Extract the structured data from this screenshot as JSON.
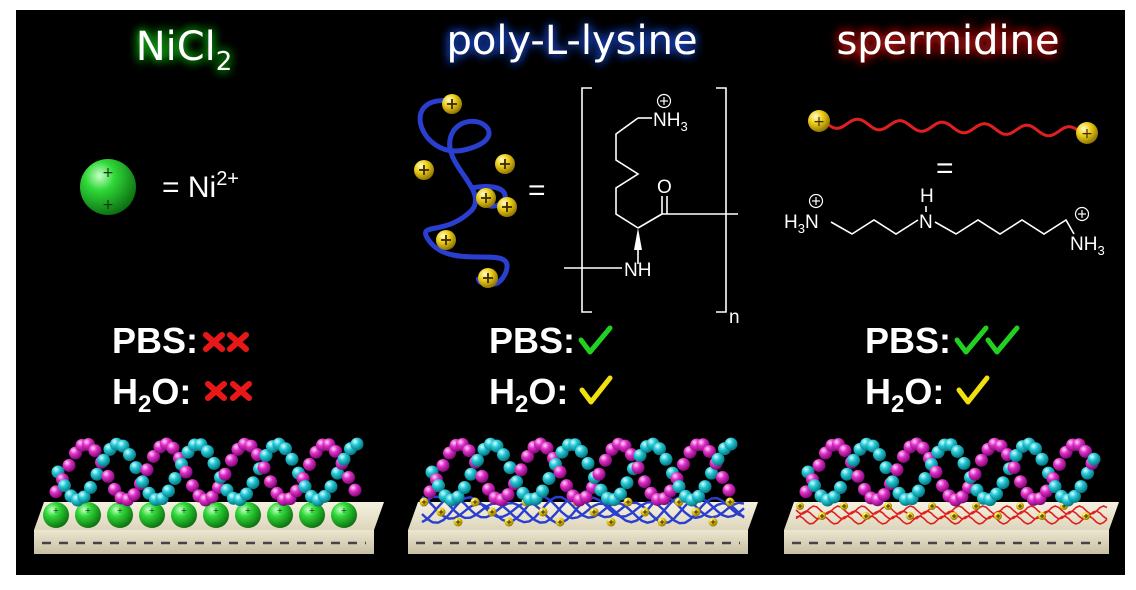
{
  "columns": [
    {
      "title": "NiCl",
      "title_sub": "2",
      "title_glow": "#16c416",
      "legend_equals": "= Ni",
      "legend_sup": "2+",
      "pbs_label": "PBS:",
      "h2o_label_pre": "H",
      "h2o_label_sub": "2",
      "h2o_label_post": "O:",
      "pbs_result": "two red crosses",
      "h2o_result": "two red crosses"
    },
    {
      "title": "poly-L-lysine",
      "title_glow": "#1f4fe0",
      "equals": "=",
      "pbs_label": "PBS:",
      "h2o_label_pre": "H",
      "h2o_label_sub": "2",
      "h2o_label_post": "O:",
      "pbs_result": "one green check",
      "h2o_result": "one yellow check"
    },
    {
      "title": "spermidine",
      "title_glow": "#d01414",
      "equals": "=",
      "pbs_label": "PBS:",
      "h2o_label_pre": "H",
      "h2o_label_sub": "2",
      "h2o_label_post": "O:",
      "pbs_result": "two green checks",
      "h2o_result": "one yellow check"
    }
  ],
  "lysine_structure": {
    "nh3": "NH",
    "nh3_sub": "3",
    "carbonyl_o": "O",
    "amide_nh": "NH",
    "repeat_n": "n"
  },
  "spermidine_structure": {
    "left_h3": "H",
    "left_sub": "3",
    "left_n": "N",
    "mid_h": "H",
    "mid_n": "N",
    "right_nh": "NH",
    "right_sub": "3"
  },
  "colors": {
    "background": "#000000",
    "nickel": "#22c82a",
    "lysine_chain": "#2a3fd0",
    "spermidine_chain": "#e02020",
    "plus_bead": "#e8c81a",
    "dna_cyan": "#1ec8d4",
    "dna_magenta": "#e02cc8",
    "dna_rung": "#c8e01a",
    "surface": "#e8e2cc",
    "check_green": "#22d022",
    "check_yellow": "#f0e010",
    "cross_red": "#e81818"
  }
}
